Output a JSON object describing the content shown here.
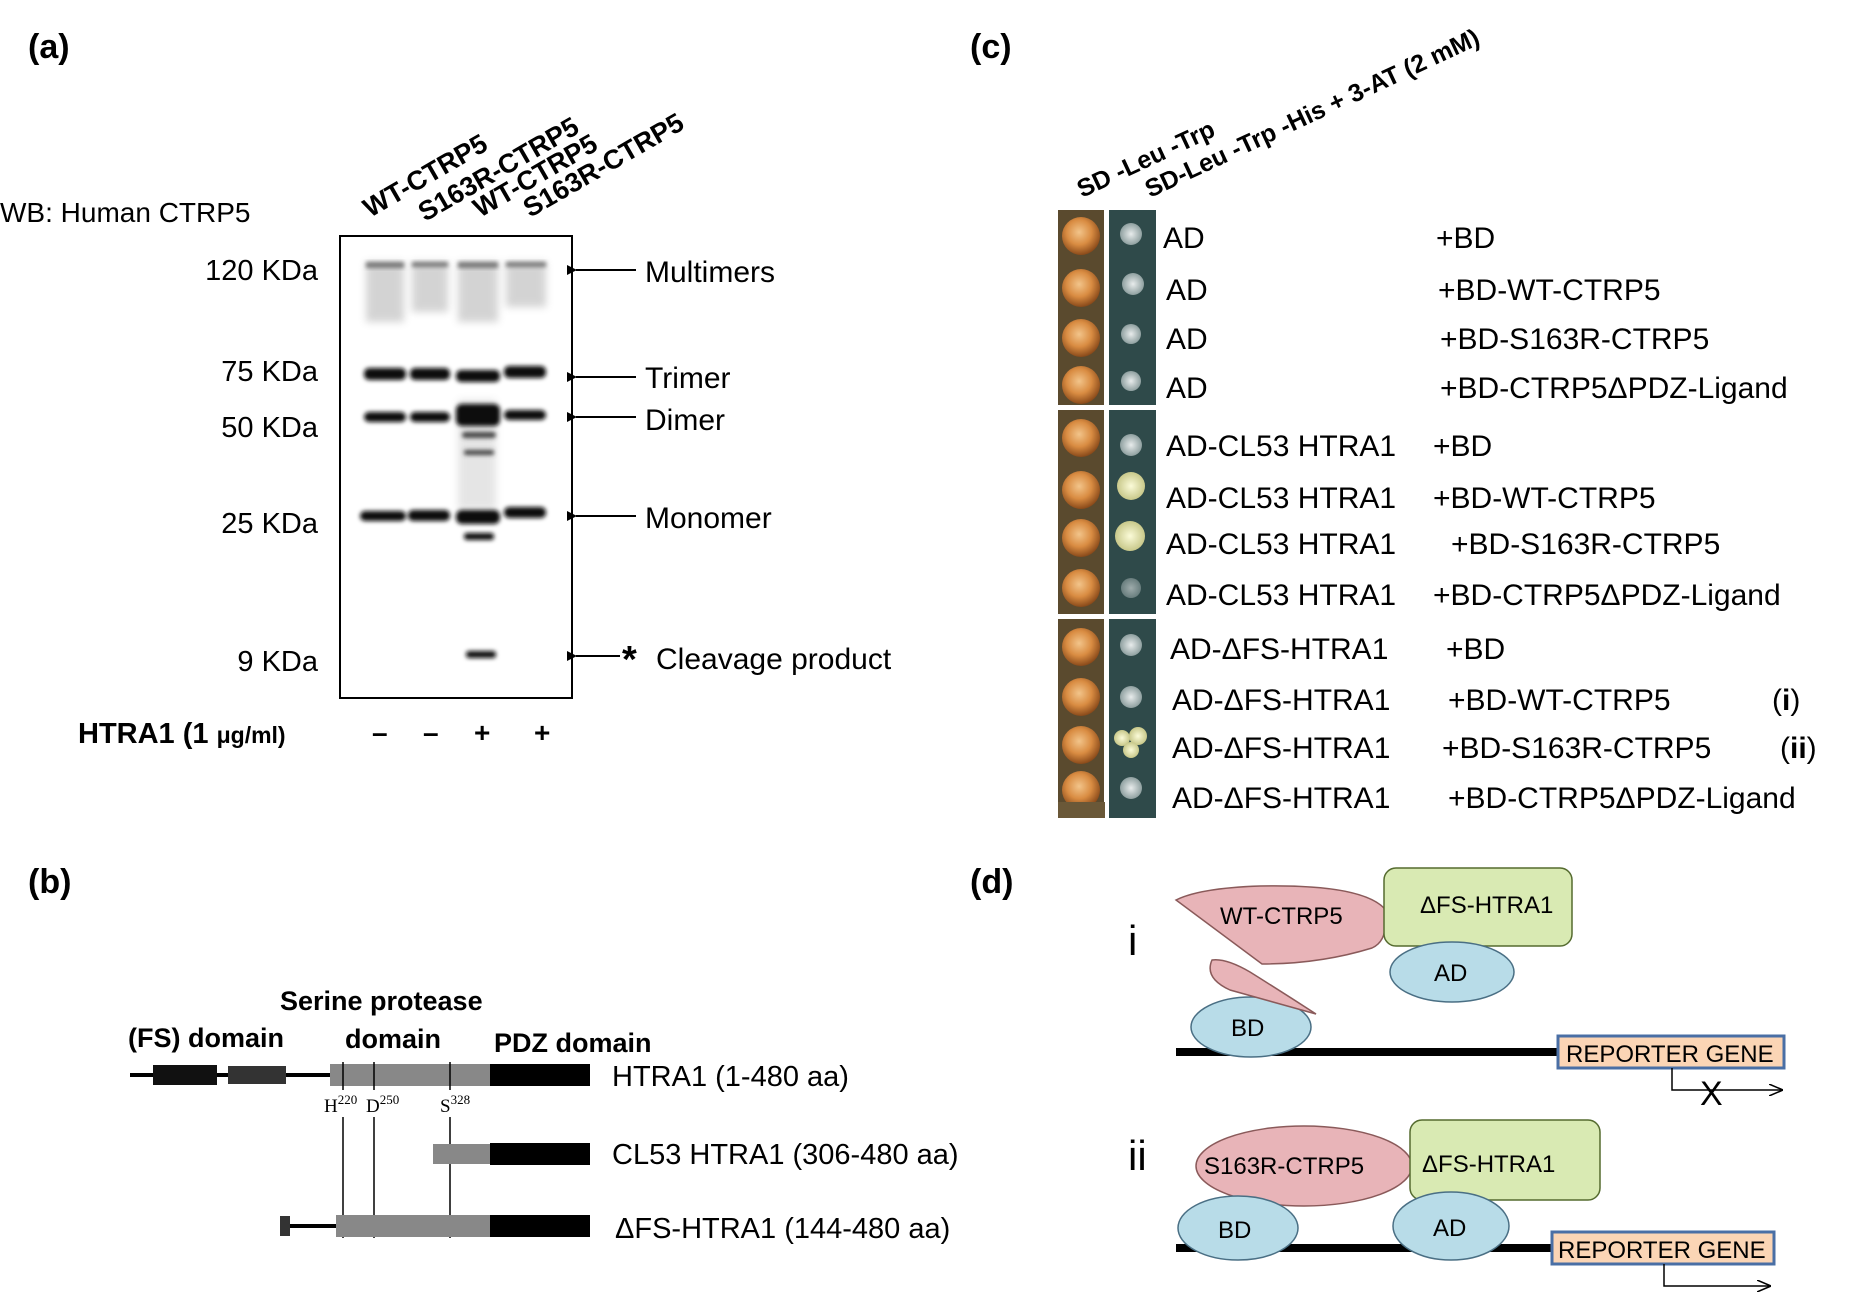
{
  "panel_a": {
    "label": "(a)",
    "wb_label": "WB: Human CTRP5",
    "lanes": [
      "WT-CTRP5",
      "S163R-CTRP5",
      "WT-CTRP5",
      "S163R-CTRP5"
    ],
    "markers": [
      "120 KDa",
      "75 KDa",
      "50 KDa",
      "25 KDa",
      "9 KDa"
    ],
    "bands": [
      "Multimers",
      "Trimer",
      "Dimer",
      "Monomer"
    ],
    "asterisk": "*",
    "cleavage_label": "Cleavage product",
    "treatment_label": "HTRA1 (1 ",
    "treatment_unit": "μg/ml)",
    "treatment_signs": [
      "–",
      "–",
      "+",
      "+"
    ]
  },
  "panel_b": {
    "label": "(b)",
    "fs_label": "(FS) domain",
    "serine_label_1": "Serine protease",
    "serine_label_2": "domain",
    "pdz_label": "PDZ domain",
    "constructs": [
      "HTRA1 (1-480 aa)",
      "CL53 HTRA1 (306-480 aa)",
      "ΔFS-HTRA1 (144-480 aa)"
    ],
    "residues": [
      {
        "letter": "H",
        "number": "220"
      },
      {
        "letter": "D",
        "number": "250"
      },
      {
        "letter": "S",
        "number": "328"
      }
    ]
  },
  "panel_c": {
    "label": "(c)",
    "col1": "SD -Leu -Trp",
    "col2": "SD-Leu -Trp -His + 3-AT (2 mM)",
    "rows": [
      {
        "ad": "AD",
        "bd": "+BD",
        "note": ""
      },
      {
        "ad": "AD",
        "bd": "+BD-WT-CTRP5",
        "note": ""
      },
      {
        "ad": "AD",
        "bd": "+BD-S163R-CTRP5",
        "note": ""
      },
      {
        "ad": "AD",
        "bd": "+BD-CTRP5ΔPDZ-Ligand",
        "note": ""
      },
      {
        "ad": "AD-CL53 HTRA1",
        "bd": "+BD",
        "note": ""
      },
      {
        "ad": "AD-CL53 HTRA1",
        "bd": "+BD-WT-CTRP5",
        "note": ""
      },
      {
        "ad": "AD-CL53 HTRA1",
        "bd": "+BD-S163R-CTRP5",
        "note": ""
      },
      {
        "ad": "AD-CL53 HTRA1",
        "bd": "+BD-CTRP5ΔPDZ-Ligand",
        "note": ""
      },
      {
        "ad": "AD-ΔFS-HTRA1",
        "bd": "+BD",
        "note": ""
      },
      {
        "ad": "AD-ΔFS-HTRA1",
        "bd": "+BD-WT-CTRP5",
        "note": "(i)"
      },
      {
        "ad": "AD-ΔFS-HTRA1",
        "bd": "+BD-S163R-CTRP5",
        "note": "(ii)"
      },
      {
        "ad": "AD-ΔFS-HTRA1",
        "bd": "+BD-CTRP5ΔPDZ-Ligand",
        "note": ""
      }
    ]
  },
  "panel_d": {
    "label": "(d)",
    "i": {
      "numeral": "i",
      "ctrp5": "WT-CTRP5",
      "htra1": "ΔFS-HTRA1",
      "ad": "AD",
      "bd": "BD",
      "reporter": "REPORTER GENE",
      "blocked": "X"
    },
    "ii": {
      "numeral": "ii",
      "ctrp5": "S163R-CTRP5",
      "htra1": "ΔFS-HTRA1",
      "ad": "AD",
      "bd": "BD",
      "reporter": "REPORTER GENE"
    },
    "colors": {
      "ctrp5": "#e8b4b8",
      "htra1": "#d9eab3",
      "ad_bd": "#b8dce8",
      "reporter_fill": "#fbd5b5",
      "reporter_border": "#4a6fa5"
    }
  }
}
